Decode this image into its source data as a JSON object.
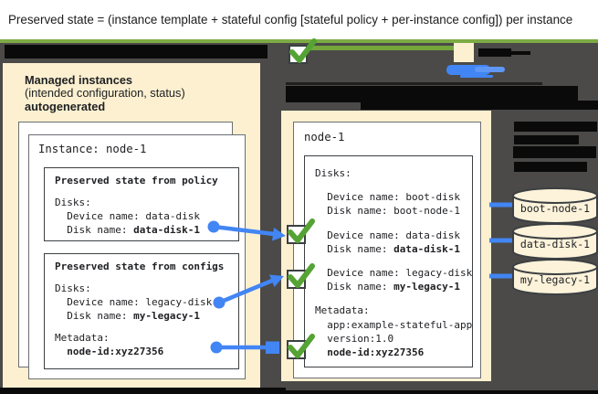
{
  "banner": {
    "text": "Preserved state = (instance template + stateful config [stateful policy + per-instance config]) per instance"
  },
  "colors": {
    "banner_rule_green": "#7dab44",
    "check_green": "#55a334",
    "connector_blue": "#4285f4",
    "panel_cream": "#fcf0d0",
    "cylinder_cream": "#fdf3da",
    "background_dark": "#4b4a48"
  },
  "left_panel": {
    "heading_line1": "Managed instances",
    "heading_line2": "(intended configuration, status)",
    "heading_line3": "autogenerated",
    "instance_title": "Instance: node-1",
    "policy_box": {
      "title": "Preserved state from policy",
      "disks_label": "Disks:",
      "device_line": "  Device name: data-disk",
      "disk_prefix": "  Disk name: ",
      "disk_bold": "data-disk-1"
    },
    "configs_box": {
      "title": "Preserved state from configs",
      "disks_label": "Disks:",
      "device_line": "  Device name: legacy-disk",
      "disk_prefix": "  Disk name: ",
      "disk_bold": "my-legacy-1",
      "metadata_label": "Metadata:",
      "metadata_prefix": "  ",
      "metadata_bold": "node-id:xyz27356"
    }
  },
  "right_panel": {
    "node_title": "node-1",
    "disks_box": {
      "disks_label": "Disks:",
      "boot_device": "  Device name: boot-disk",
      "boot_disk": "  Disk name: boot-node-1",
      "data_device": "  Device name: data-disk",
      "data_disk_prefix": "  Disk name: ",
      "data_disk_bold": "data-disk-1",
      "legacy_device": "  Device name: legacy-disk",
      "legacy_disk_prefix": "  Disk name: ",
      "legacy_disk_bold": "my-legacy-1",
      "metadata_label": "Metadata:",
      "metadata_app": "  app:example-stateful-app",
      "metadata_version": "  version:1.0",
      "metadata_node_prefix": "  ",
      "metadata_node_bold": "node-id:xyz27356"
    }
  },
  "disks": [
    {
      "label": "boot-node-1"
    },
    {
      "label": "data-disk-1"
    },
    {
      "label": "my-legacy-1"
    }
  ]
}
